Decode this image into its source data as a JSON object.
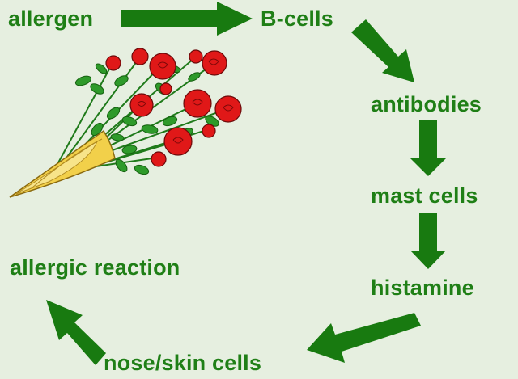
{
  "colors": {
    "background": "#e6efe0",
    "text": "#1f7f16",
    "arrow": "#187a10",
    "rose_red": "#e01818",
    "leaf_green": "#2e9a2a",
    "wrapper_yellow": "#f2d04a"
  },
  "nodes": {
    "allergen": "allergen",
    "b_cells": "B-cells",
    "antibodies": "antibodies",
    "mast_cells": "mast cells",
    "histamine": "histamine",
    "nose_skin_cells": "nose/skin cells",
    "allergic_reaction": "allergic reaction"
  },
  "illustration": {
    "icon": "rose-bouquet-icon"
  }
}
